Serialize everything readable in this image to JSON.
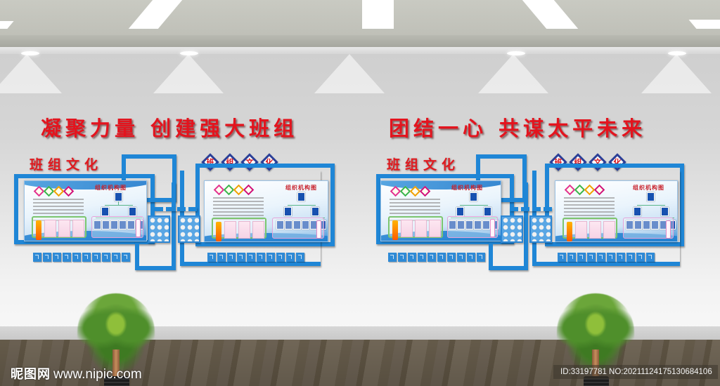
{
  "scene": {
    "description": "3D rendering of a corporate team-culture display wall in a grey room with ceiling lights, two blue framed culture boards and two potted palm plants on a wooden floor",
    "colors": {
      "slogan_red": "#e3141e",
      "frame_blue": "#1f86d6",
      "diamond_navy": "#2b3f97",
      "wall_grey": "#d6d6d6",
      "floor_brown": "#6d6250"
    }
  },
  "slogans": {
    "left": "凝聚力量  创建强大班组",
    "right": "团结一心  共谋太平未来"
  },
  "groups": [
    {
      "culture_title": "班组文化",
      "diamond_title": [
        "班",
        "组",
        "文",
        "化"
      ],
      "boards": [
        {
          "heading_icons": [
            "ornament",
            "ornament",
            "ornament",
            "ornament"
          ],
          "org_title": "组织机构图"
        },
        {
          "heading_icons": [
            "ornament",
            "ornament",
            "ornament",
            "ornament"
          ],
          "org_title": "组织机构图"
        }
      ]
    },
    {
      "culture_title": "班组文化",
      "diamond_title": [
        "班",
        "组",
        "文",
        "化"
      ],
      "boards": [
        {
          "heading_icons": [
            "ornament",
            "ornament",
            "ornament",
            "ornament"
          ],
          "org_title": "组织机构图"
        },
        {
          "heading_icons": [
            "ornament",
            "ornament",
            "ornament",
            "ornament"
          ],
          "org_title": "组织机构图"
        }
      ]
    }
  ],
  "watermark": {
    "site_cn": "昵图网",
    "site_url": "www.nipic.com",
    "id_line": "ID:33197781 NO:20211124175130684106"
  }
}
